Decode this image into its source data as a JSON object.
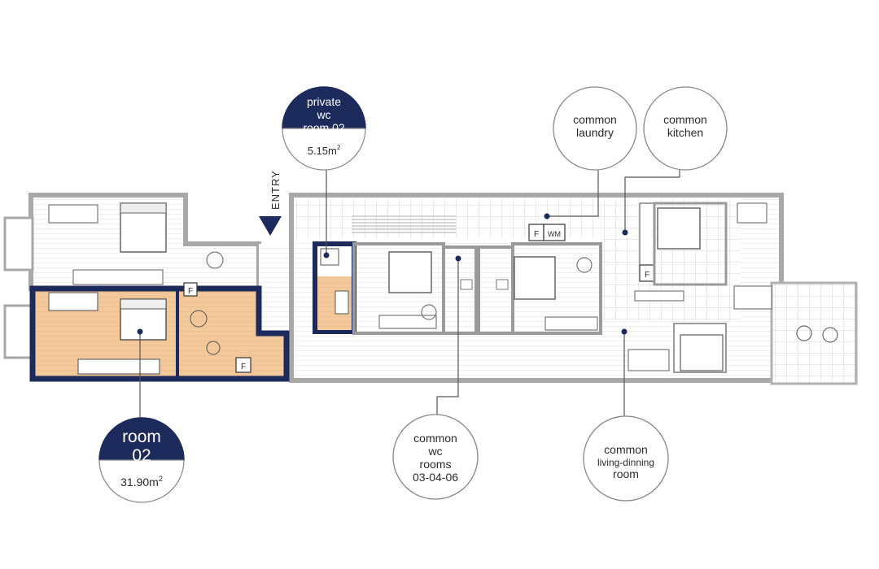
{
  "entry": {
    "label": "ENTRY"
  },
  "callouts": {
    "private_wc": {
      "line1": "private",
      "line2": "wc",
      "line3": "room 02",
      "area": "5.15",
      "unit": "m",
      "sup": "2"
    },
    "room02": {
      "line1": "room",
      "line2": "02",
      "area": "31.90",
      "unit": "m",
      "sup": "2"
    },
    "laundry": {
      "line1": "common",
      "line2": "laundry"
    },
    "kitchen": {
      "line1": "common",
      "line2": "kitchen"
    },
    "wc_rooms": {
      "line1": "common",
      "line2": "wc",
      "line3": "rooms",
      "line4": "03-04-06"
    },
    "living": {
      "line1": "common",
      "line2": "living-dinning",
      "line3": "room"
    }
  },
  "plan_labels": {
    "fridge": "F",
    "washing_machine": "WM"
  },
  "colors": {
    "navy": "#1d2a5c",
    "room_fill": "#f2c99a",
    "wall": "#9a9a9a",
    "floor_lines": "#d0d0d0"
  }
}
